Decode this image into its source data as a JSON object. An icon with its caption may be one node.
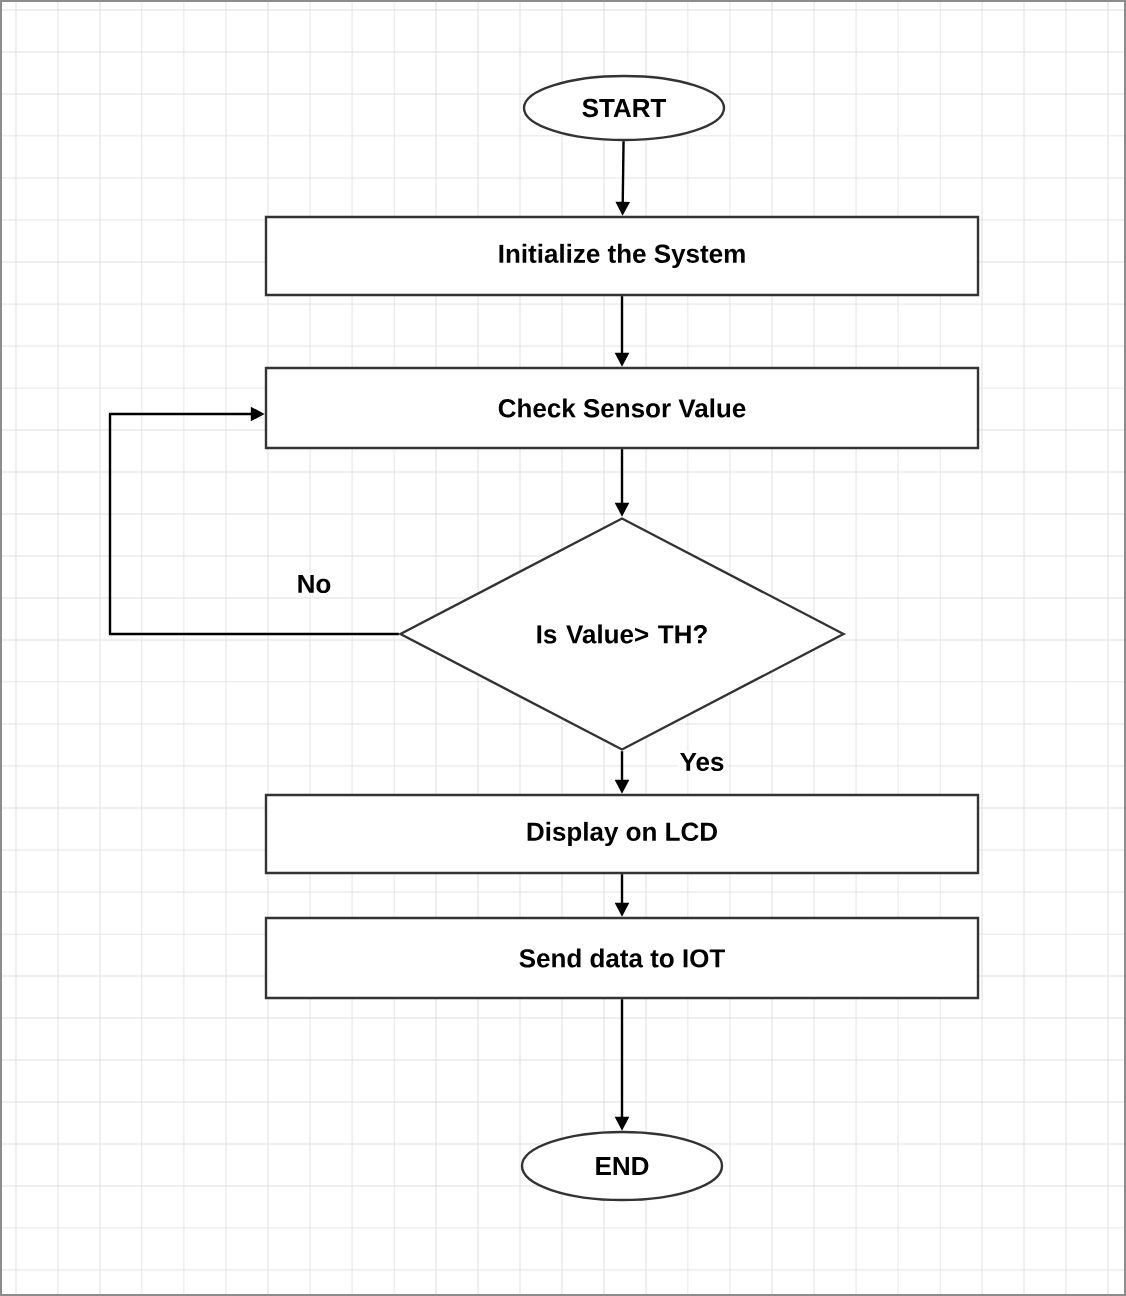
{
  "diagram": {
    "nodes": [
      {
        "text": [
          "START"
        ]
      },
      {
        "text": [
          "Initialize the System"
        ]
      },
      {
        "text": [
          "Check Sensor Value"
        ]
      },
      {
        "text": [
          "Is Value> TH?"
        ]
      },
      {
        "text": [
          "Display on LCD"
        ]
      },
      {
        "text": [
          "Send data to IOT"
        ]
      },
      {
        "text": [
          "END"
        ]
      }
    ],
    "edges": [
      {
        "from": 0,
        "to": 1,
        "arrow": "to"
      },
      {
        "from": 1,
        "to": 2,
        "arrow": "to"
      },
      {
        "from": 2,
        "to": 3,
        "arrow": "to"
      },
      {
        "from": 3,
        "to": 4,
        "arrow": "to",
        "label": "Yes"
      },
      {
        "from": 4,
        "to": 5,
        "arrow": "to"
      },
      {
        "from": 5,
        "to": 6,
        "arrow": "to"
      },
      {
        "from": 3,
        "to": 2,
        "arrow": "to",
        "label": "No"
      }
    ]
  }
}
